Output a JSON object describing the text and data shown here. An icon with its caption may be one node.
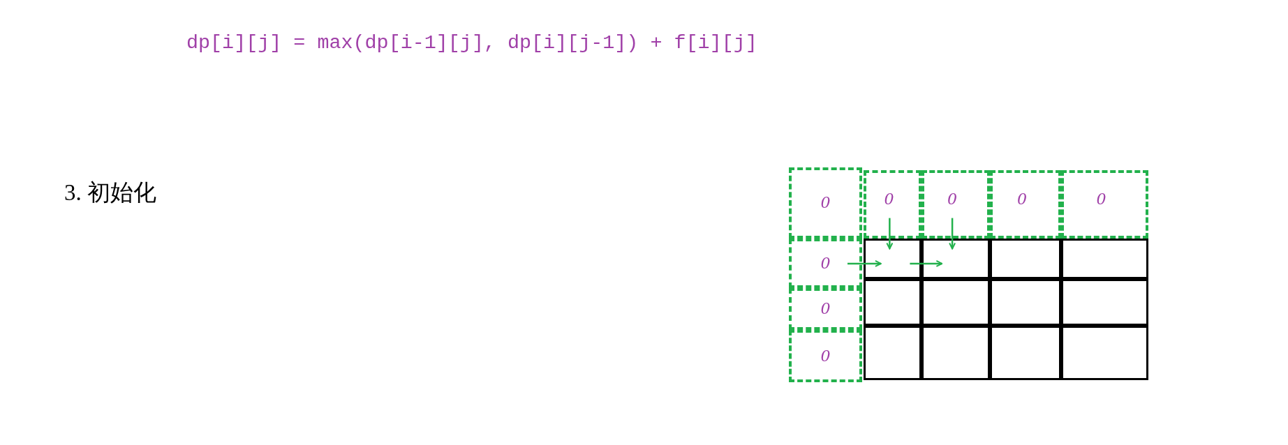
{
  "diagram": {
    "nodes": [
      {
        "text": [
          "0"
        ]
      },
      {
        "text": [
          "0"
        ]
      },
      {
        "text": [
          "0"
        ]
      },
      {
        "text": [
          "0"
        ]
      },
      {
        "text": [
          "0"
        ]
      },
      {
        "text": [
          "0"
        ]
      },
      {
        "text": [
          "0"
        ]
      },
      {
        "text": [
          "0"
        ]
      },
      {
        "text": [],
        "shape": "box"
      },
      {
        "text": [],
        "shape": "box"
      },
      {
        "text": [],
        "shape": "box"
      },
      {
        "text": [],
        "shape": "box"
      },
      {
        "text": [],
        "shape": "box"
      },
      {
        "text": [],
        "shape": "box"
      },
      {
        "text": [],
        "shape": "box"
      },
      {
        "text": [],
        "shape": "box"
      },
      {
        "text": [],
        "shape": "box"
      },
      {
        "text": [],
        "shape": "box"
      },
      {
        "text": [],
        "shape": "box"
      },
      {
        "text": [],
        "shape": "box"
      }
    ],
    "edges": [
      {
        "from": 4,
        "to": 8,
        "arrow": "to"
      },
      {
        "from": 5,
        "to": 9,
        "arrow": "to"
      },
      {
        "from": 1,
        "to": 8,
        "arrow": "to"
      },
      {
        "from": 8,
        "to": 9,
        "arrow": "to"
      }
    ],
    "labels": [
      "dp[i][j] = max(dp[i-1][j], dp[i][j-1]) + f[i][j]",
      "3. 初始化"
    ]
  }
}
